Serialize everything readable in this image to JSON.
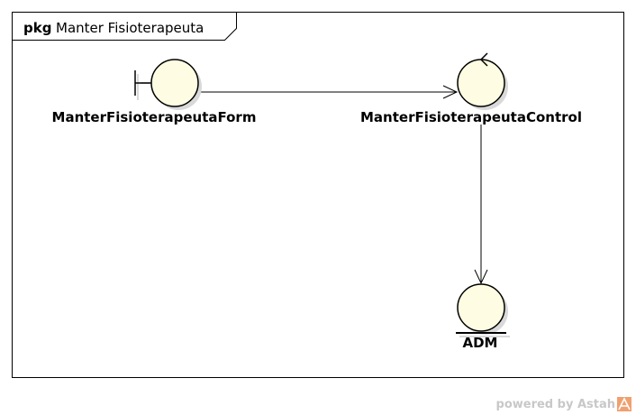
{
  "package": {
    "keyword": "pkg",
    "name": "Manter Fisioterapeuta"
  },
  "elements": {
    "boundary": {
      "stereotype": "boundary",
      "label": "ManterFisioterapeutaForm"
    },
    "control": {
      "stereotype": "control",
      "label": "ManterFisioterapeutaControl"
    },
    "entity": {
      "stereotype": "entity",
      "label": "ADM"
    }
  },
  "associations": [
    {
      "from": "ManterFisioterapeutaForm",
      "to": "ManterFisioterapeutaControl",
      "navigable": true
    },
    {
      "from": "ManterFisioterapeutaControl",
      "to": "ADM",
      "navigable": true
    }
  ],
  "watermark": {
    "text": "powered by Astah",
    "logo": "astah-logo-icon"
  },
  "colors": {
    "fill": "#fefde3",
    "shadow": "#d9d9d9",
    "stroke": "#000000",
    "logo": "#f0a070"
  }
}
